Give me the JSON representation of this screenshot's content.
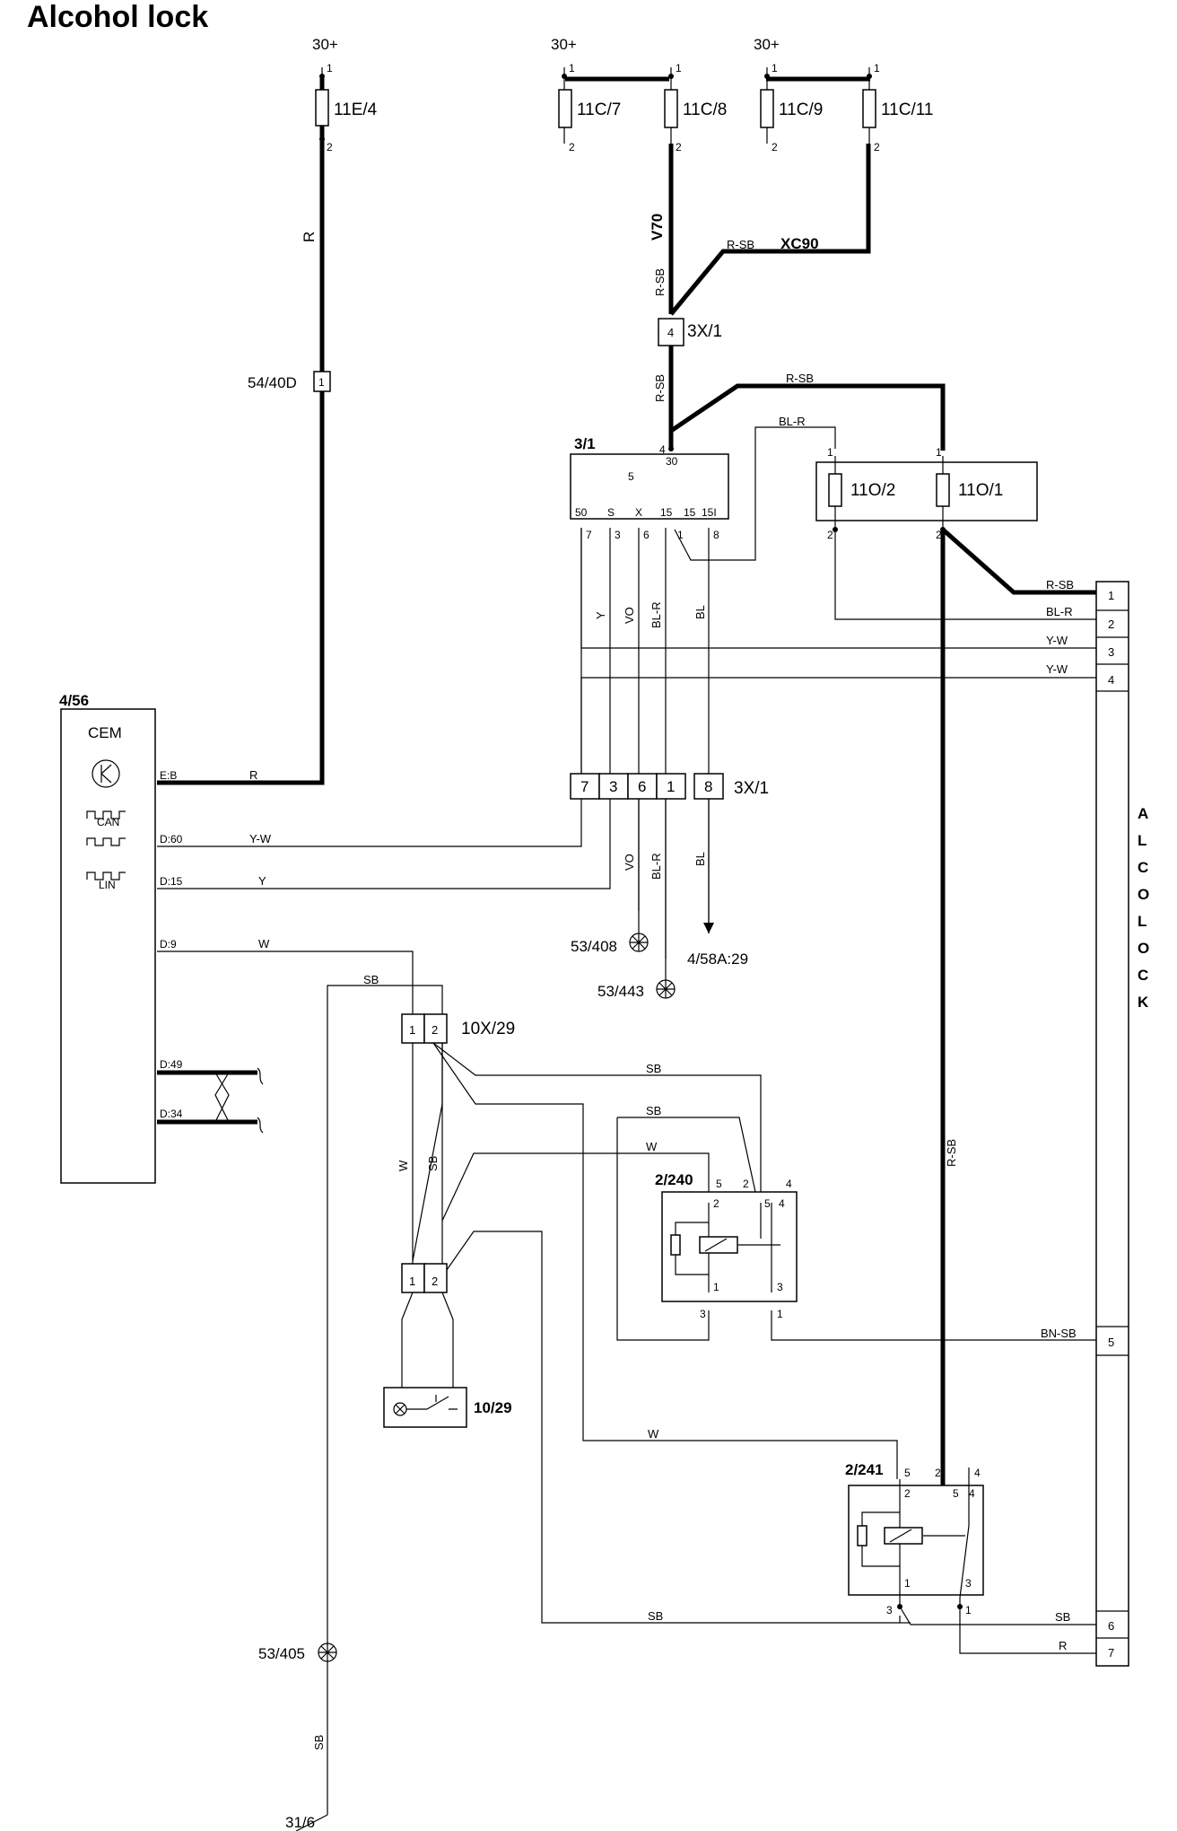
{
  "title": "Alcohol lock",
  "labels": {
    "supply_30_a": "30+",
    "supply_30_b": "30+",
    "supply_30_c": "30+",
    "fuse_11e4": "11E/4",
    "fuse_11c7": "11C/7",
    "fuse_11c8": "11C/8",
    "fuse_11c9": "11C/9",
    "fuse_11c11": "11C/11",
    "fuse_11o2": "11O/2",
    "fuse_11o1": "11O/1",
    "conn_3x1_top": "3X/1",
    "conn_3x1_mid": "3X/1",
    "conn_54_40d": "54/40D",
    "relay_box_3_1": "3/1",
    "v70": "V70",
    "xc90": "XC90",
    "cem_ref": "4/56",
    "cem": "CEM",
    "can": "CAN",
    "lin": "LIN",
    "ground_53_408": "53/408",
    "ground_53_443": "53/443",
    "ground_53_405": "53/405",
    "ref_4_58a_29": "4/58A:29",
    "conn_10x29": "10X/29",
    "switch_10_29": "10/29",
    "relay_2_240": "2/240",
    "relay_2_241": "2/241",
    "ground_31_6": "31/6",
    "alcolock": [
      "A",
      "L",
      "C",
      "O",
      "L",
      "O",
      "C",
      "K"
    ]
  },
  "pins": {
    "one": "1",
    "two": "2",
    "three": "3",
    "four": "4",
    "five": "5",
    "six": "6",
    "seven": "7",
    "eight": "8",
    "p30": "30",
    "p50": "50",
    "pS": "S",
    "pX": "X",
    "p15": "15",
    "p15i": "15I",
    "eb": "E:B",
    "d60": "D:60",
    "d15": "D:15",
    "d9": "D:9",
    "d49": "D:49",
    "d34": "D:34"
  },
  "wires": {
    "R": "R",
    "R_SB": "R-SB",
    "BL_R": "BL-R",
    "Y_W": "Y-W",
    "Y": "Y",
    "VO": "VO",
    "BL": "BL",
    "W": "W",
    "SB": "SB",
    "BN_SB": "BN-SB"
  }
}
